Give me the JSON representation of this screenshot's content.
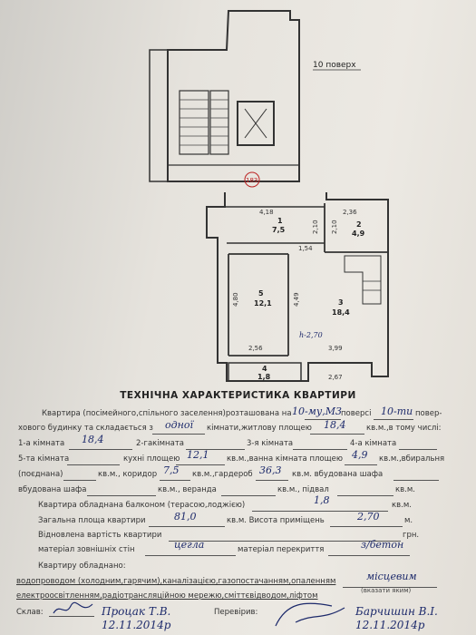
{
  "floor_label": "10 поверх",
  "stamp_number": "183",
  "height_mark": "h-2,70",
  "rooms": [
    {
      "num": "1",
      "area": "7,5"
    },
    {
      "num": "2",
      "area": "4,9"
    },
    {
      "num": "3",
      "area": "18,4"
    },
    {
      "num": "4",
      "area": "1,8"
    },
    {
      "num": "5",
      "area": "12,1"
    }
  ],
  "dimensions": [
    "4,18",
    "2,10",
    "2,10",
    "2,36",
    "1,54",
    "4,80",
    "4,49",
    "2,56",
    "3,99",
    "2,67"
  ],
  "title": "ТЕХНІЧНА ХАРАКТЕРИСТИКА КВАРТИРИ",
  "lines": {
    "l1a": "Квартира (посімейного,спільного заселення)розташована на",
    "l1b": "поверсі",
    "l1c": "повер-",
    "l2a": "хового будинку та складається з",
    "l2b": "кімнати,житлову площею",
    "l2c": "кв.м.,в тому числі:",
    "l3a": "1-а кімната",
    "l3b": "2-гакімната",
    "l3c": "3-я кімната",
    "l3d": "4-а кімната",
    "l4a": "5-та кімната",
    "l4b": "кухні площею",
    "l4c": "кв.м.,ванна кімната площею",
    "l4d": "кв.м.,вбиральня",
    "l5a": "(поєднана)",
    "l5b": "кв.м., коридор",
    "l5c": "кв.м.,гардероб",
    "l5d": "кв.м. вбудована шафа",
    "l6a": "вбудована шафа",
    "l6b": "кв.м., веранда",
    "l6c": "кв.м., підвал",
    "l6d": "кв.м.",
    "l7a": "Квартира обладнана балконом (терасою,лоджією)",
    "l7b": "кв.м.",
    "l8a": "Загальна площа квартири",
    "l8b": "кв.м. Висота приміщень",
    "l8c": "м.",
    "l9a": "Відновлена вартість квартири",
    "l9b": "грн.",
    "l10a": "матеріал зовнішніх стін",
    "l10b": "матеріал перекриття",
    "l11": "Квартиру обладнано:",
    "l12": "водопроводом (холодним,гарячим),каналізацією,газопостачанням,опаленням",
    "l12note": "(вказати яким)",
    "l13": "електроосвітленням,радіотрансляційною мережю,сміттєвідводом,ліфтом",
    "compiled": "Склав:",
    "checked": "Перевірив:"
  },
  "handwritten": {
    "floor": "10-му,М3",
    "storeys": "10-ти",
    "rooms_count": "одної",
    "living_area": "18,4",
    "room1": "18,4",
    "kitchen": "12,1",
    "bath": "4,9",
    "corridor": "7,5",
    "wardrobe": "36,3",
    "balcony": "1,8",
    "total_area": "81,0",
    "height": "2,70",
    "walls": "цегла",
    "ceiling": "з/бетон",
    "heating": "місцевим",
    "compiler": "Процак Т.В.",
    "compiler_date": "12.11.2014р",
    "checker": "Барчишин В.І.",
    "checker_date": "12.11.2014р"
  }
}
